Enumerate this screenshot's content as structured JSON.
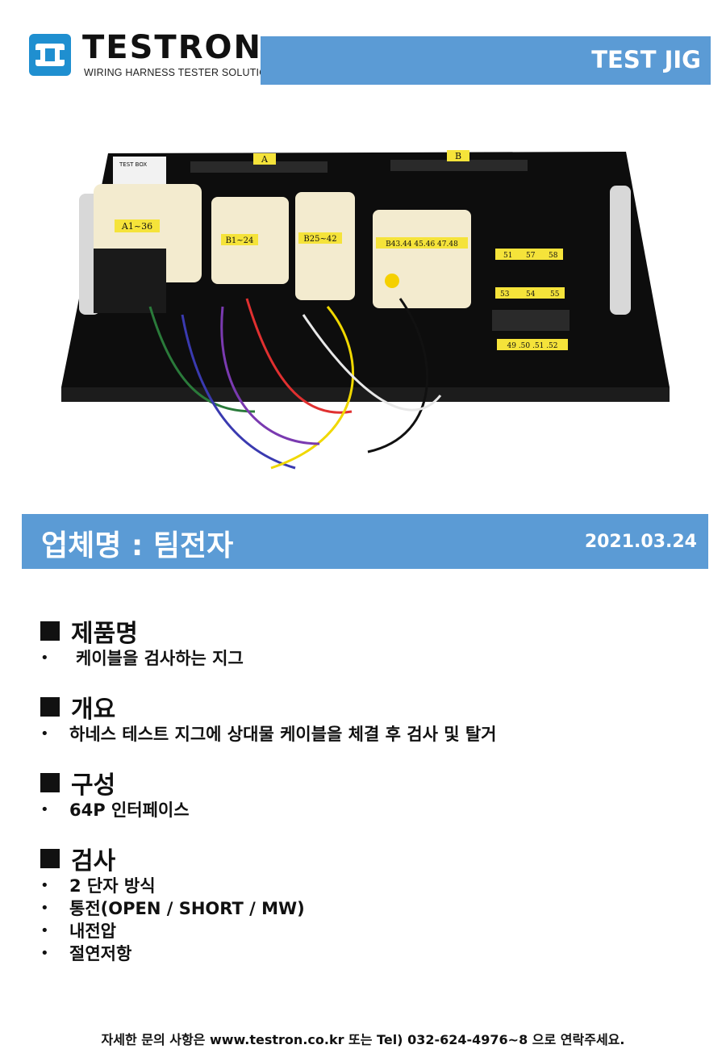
{
  "header": {
    "brand_name": "TESTRON",
    "brand_tagline": "WIRING HARNESS TESTER SOLUTIONS",
    "banner_title": "TEST JIG",
    "brand_color": "#1f8fd0",
    "banner_color": "#5b9bd5"
  },
  "photo": {
    "labels": {
      "section_a": "A",
      "section_b": "B",
      "box1": "A1~36",
      "box2": "B1~24",
      "box3": "B25~42",
      "box4": "B43.44   45.46   47.48",
      "top_nums": [
        "51",
        "57",
        "58"
      ],
      "mid_nums": [
        "53",
        "54",
        "55"
      ],
      "bottom_label": "49 .50 .51 .52",
      "sticker": "TEST BOX"
    }
  },
  "company": {
    "name": "업체명 : 팀전자",
    "date": "2021.03.24"
  },
  "sections": [
    {
      "title": "제품명",
      "items": [
        "케이블을 검사하는 지그"
      ]
    },
    {
      "title": "개요",
      "items": [
        "하네스 테스트 지그에 상대물 케이블을 체결 후 검사 및 탈거"
      ]
    },
    {
      "title": "구성",
      "items": [
        "64P 인터페이스"
      ]
    },
    {
      "title": "검사",
      "items": [
        "2 단자 방식",
        "통전(OPEN / SHORT / MW)",
        "내전압",
        "절연저항"
      ]
    }
  ],
  "bullet": "•",
  "footer": "자세한 문의 사항은 www.testron.co.kr 또는 Tel) 032-624-4976~8 으로 연락주세요."
}
